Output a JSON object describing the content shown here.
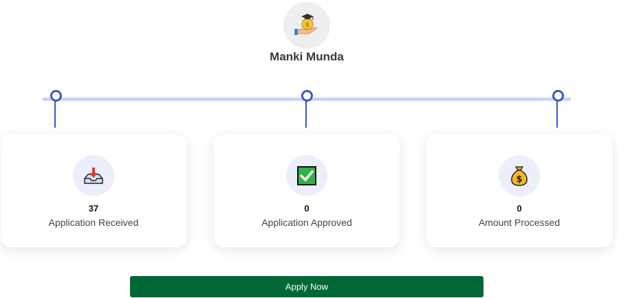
{
  "scheme": {
    "title": "Manki Munda",
    "icon": "hand-money-graduation-icon"
  },
  "timeline": {
    "nodes": 3,
    "color": "#3b55c9",
    "bar_color": "#cbd5f5"
  },
  "cards": [
    {
      "count": "37",
      "label": "Application Received",
      "icon": "inbox-download-icon"
    },
    {
      "count": "0",
      "label": "Application Approved",
      "icon": "check-box-icon"
    },
    {
      "count": "0",
      "label": "Amount Processed",
      "icon": "money-bag-icon"
    }
  ],
  "apply_button": {
    "label": "Apply Now",
    "color": "#006837"
  }
}
